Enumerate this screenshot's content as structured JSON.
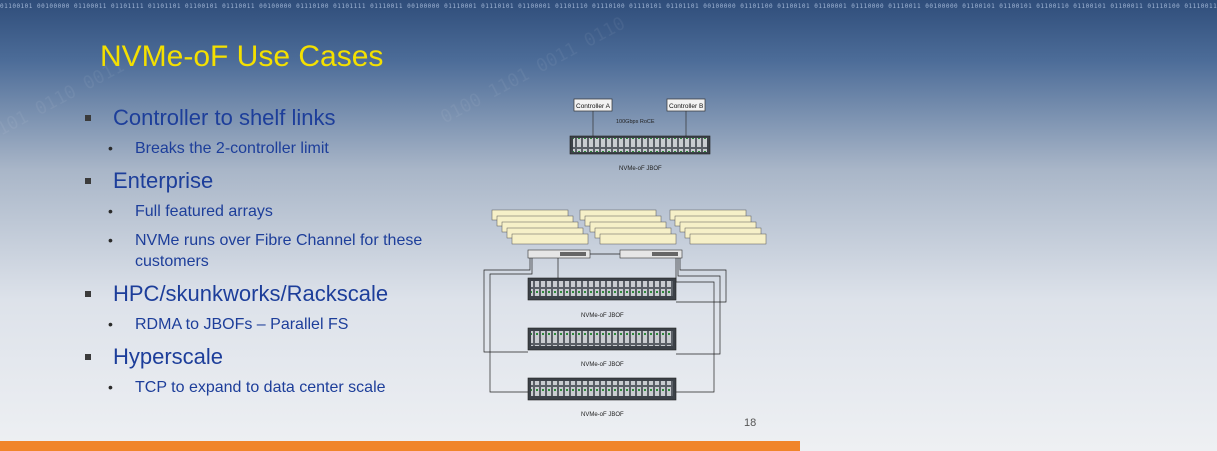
{
  "binary_strip": "01100101 00100000 01100011 01101111 01101101 01100101 01110011 00100000 01110100 01101111 01110011 00100000 01110001 01110101 01100001 01101110 01110100 01110101 01101101 00100000 01101100 01100101 01100001 01110000 01110011 00100000 01100101 01100101 01100110 01100101 01100011 01110100 01110011",
  "title": "NVMe-oF Use Cases",
  "bullets": [
    {
      "text": "Controller to shelf links",
      "subs": [
        "Breaks the 2-controller limit"
      ]
    },
    {
      "text": "Enterprise",
      "subs": [
        "Full featured arrays",
        "NVMe runs over Fibre Channel for these customers"
      ]
    },
    {
      "text": "HPC/skunkworks/Rackscale",
      "subs": [
        "RDMA to JBOFs – Parallel FS"
      ]
    },
    {
      "text": "Hyperscale",
      "subs": [
        "TCP to expand to data center scale"
      ]
    }
  ],
  "diagram": {
    "controller_a": "Controller A",
    "controller_b": "Controller B",
    "link_label": "100Gbps RoCE",
    "top_jbof_label": "NVMe-oF JBOF",
    "jbof_labels": [
      "NVMe-oF JBOF",
      "NVMe-oF JBOF",
      "NVMe-oF JBOF"
    ]
  },
  "page_number": "18",
  "colors": {
    "title": "#f4e000",
    "text": "#1d3e9a",
    "footer": "#f0852a"
  }
}
